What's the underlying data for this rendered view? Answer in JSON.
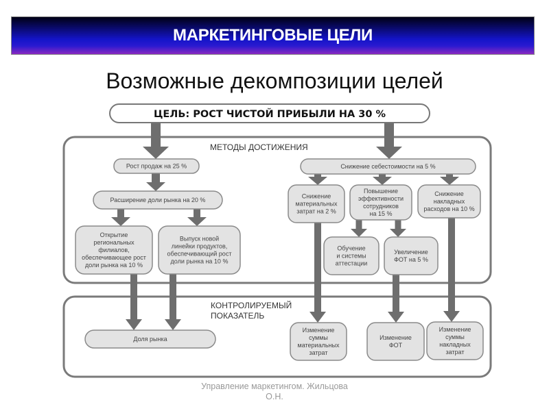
{
  "header": {
    "title": "МАРКЕТИНГОВЫЕ ЦЕЛИ"
  },
  "subtitle": "Возможные декомпозиции целей",
  "diagram": {
    "goal": "ЦЕЛЬ: РОСТ ЧИСТОЙ ПРИБЫЛИ НА 30 %",
    "sections": {
      "methods": "МЕТОДЫ ДОСТИЖЕНИЯ",
      "indicator": [
        "КОНТРОЛИРУЕМЫЙ",
        "ПОКАЗАТЕЛЬ"
      ]
    },
    "nodes": {
      "sales_growth": [
        "Рост продаж на 25 %"
      ],
      "market_share": [
        "Расширение доли рынка на 20 %"
      ],
      "branches": [
        "Открытие",
        "региональных",
        "филиалов,",
        "обеспечивающее рост",
        "доли рынка на 10 %"
      ],
      "new_product": [
        "Выпуск новой",
        "линейки продуктов,",
        "обеспечивающий рост",
        "доли рынка на 10 %"
      ],
      "cost_reduction": [
        "Снижение себестоимости на 5 %"
      ],
      "material_costs": [
        "Снижение",
        "материальных",
        "затрат на 2 %"
      ],
      "staff_efficiency": [
        "Повышение",
        "эффективности",
        "сотрудников",
        "на 15 %"
      ],
      "overhead": [
        "Снижение",
        "накладных",
        "расходов на 10 %"
      ],
      "training": [
        "Обучение",
        "и системы",
        "аттестации"
      ],
      "payroll_increase": [
        "Увеличение",
        "ФОТ на 5  %"
      ],
      "ind_market_share": [
        "Доля рынка"
      ],
      "ind_material": [
        "Изменение",
        "суммы",
        "материальных",
        "затрат"
      ],
      "ind_payroll": [
        "Изменение",
        "ФОТ"
      ],
      "ind_overhead": [
        "Изменение",
        "суммы",
        "накладных",
        "затрат"
      ]
    }
  },
  "footer": [
    "Управление маркетингом. Жильцова",
    "О.Н."
  ]
}
